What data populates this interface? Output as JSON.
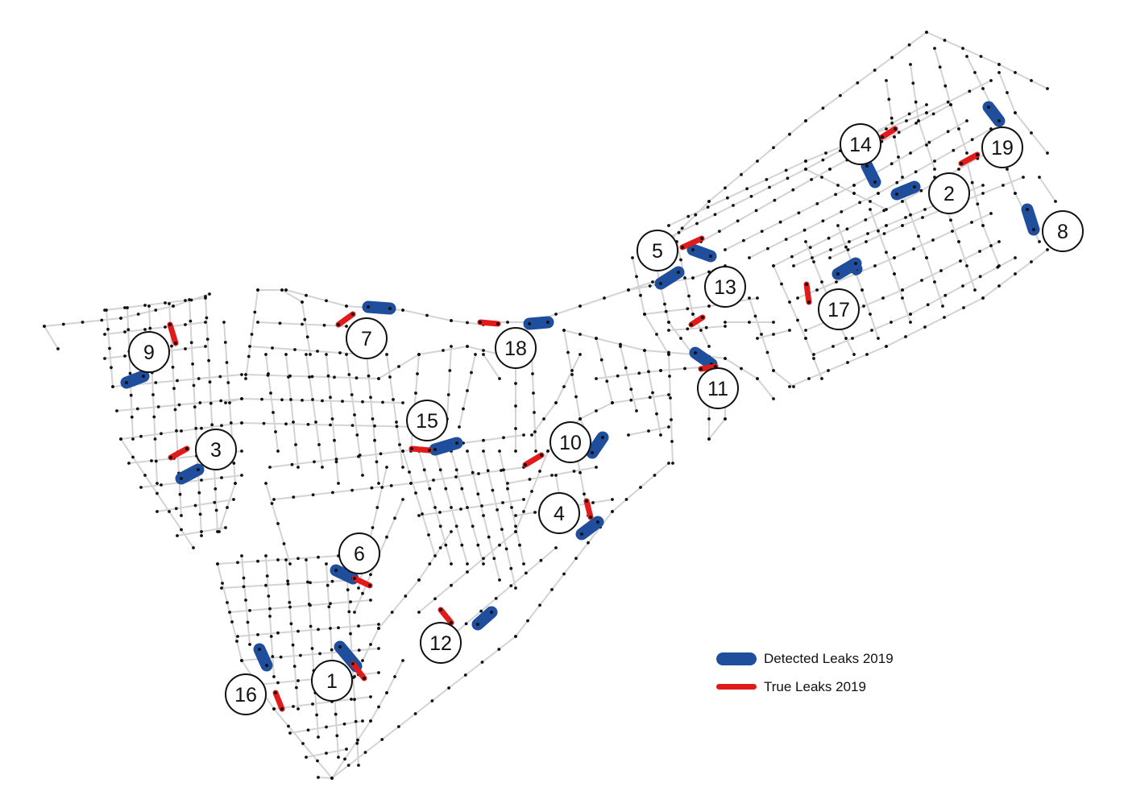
{
  "legend": {
    "detected_label": "Detected Leaks 2019",
    "true_label": "True Leaks 2019",
    "detected_color": "#1f4e9c",
    "true_color": "#e11a1a"
  },
  "leak_labels": [
    "1",
    "2",
    "3",
    "4",
    "5",
    "6",
    "7",
    "8",
    "9",
    "10",
    "11",
    "12",
    "13",
    "14",
    "15",
    "16",
    "17",
    "18",
    "19"
  ]
}
